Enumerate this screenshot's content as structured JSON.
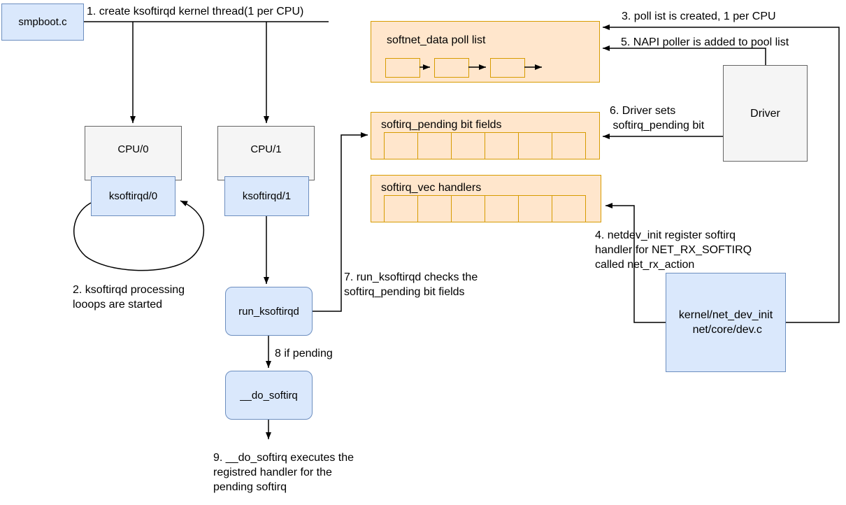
{
  "nodes": {
    "smpboot": {
      "label": "smpboot.c"
    },
    "cpu0": {
      "label": "CPU/0"
    },
    "cpu1": {
      "label": "CPU/1"
    },
    "ksoftirqd0": {
      "label": "ksoftirqd/0"
    },
    "ksoftirqd1": {
      "label": "ksoftirqd/1"
    },
    "run_ksoftirqd": {
      "label": "run_ksoftirqd"
    },
    "do_softirq": {
      "label": "__do_softirq"
    },
    "driver": {
      "label": "Driver"
    },
    "net_dev_init": {
      "label": "kernel/net_dev_init\n net/core/dev.c"
    },
    "softnet_poll_list": {
      "label": "softnet_data poll list",
      "cells": 3,
      "ellipsis": "..."
    },
    "softirq_pending": {
      "label": "softirq_pending bit fields",
      "cells": 6
    },
    "softirq_vec": {
      "label": "softirq_vec handlers",
      "cells": 6
    }
  },
  "annotations": {
    "step1": "1. create ksoftirqd kernel thread(1 per CPU)",
    "step2": "2. ksoftirqd processing\nlooops are started",
    "step3": "3. poll ist is created, 1 per CPU",
    "step4": "4. netdev_init register softirq\nhandler for NET_RX_SOFTIRQ\ncalled net_rx_action",
    "step5": "5. NAPI poller is added to pool list",
    "step6": "6. Driver sets\n softirq_pending bit",
    "step7": "7. run_ksoftirqd checks the\nsoftirq_pending bit fields",
    "step8": "8 if pending",
    "step9": "9. __do_softirq executes the\nregistred handler for the\npending softirq"
  },
  "colors": {
    "blue_fill": "#dae8fc",
    "blue_stroke": "#6c8ebf",
    "orange_fill": "#ffe6cc",
    "orange_stroke": "#d79b00",
    "gray_fill": "#f5f5f5",
    "gray_stroke": "#666666",
    "line": "#000000"
  }
}
